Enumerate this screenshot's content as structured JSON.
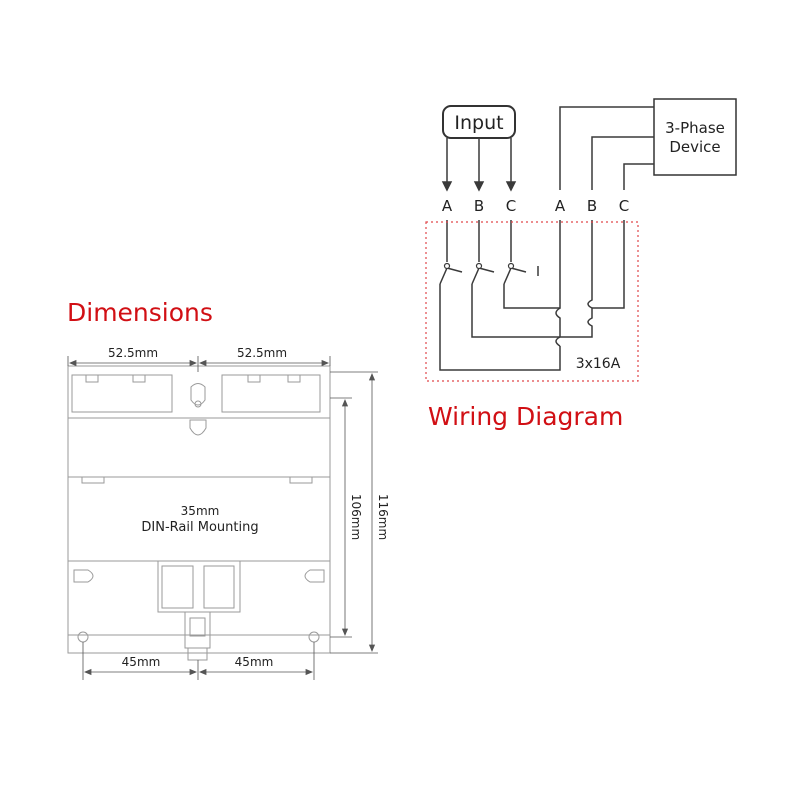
{
  "colors": {
    "title": "#d10f14",
    "line": "#3a3a3a",
    "outline": "#9a9a9a",
    "dotted_box": "#e0474b"
  },
  "dimensions": {
    "title": "Dimensions",
    "width_left": "52.5mm",
    "width_right": "52.5mm",
    "mount_left": "45mm",
    "mount_right": "45mm",
    "height_inner": "106mm",
    "height_outer": "116mm",
    "rail_size": "35mm",
    "rail_label": "DIN-Rail Mounting"
  },
  "wiring": {
    "title": "Wiring Diagram",
    "input_label": "Input",
    "device_label_line1": "3-Phase",
    "device_label_line2": "Device",
    "input_phases": [
      "A",
      "B",
      "C"
    ],
    "output_phases": [
      "A",
      "B",
      "C"
    ],
    "rating": "3x16A"
  }
}
